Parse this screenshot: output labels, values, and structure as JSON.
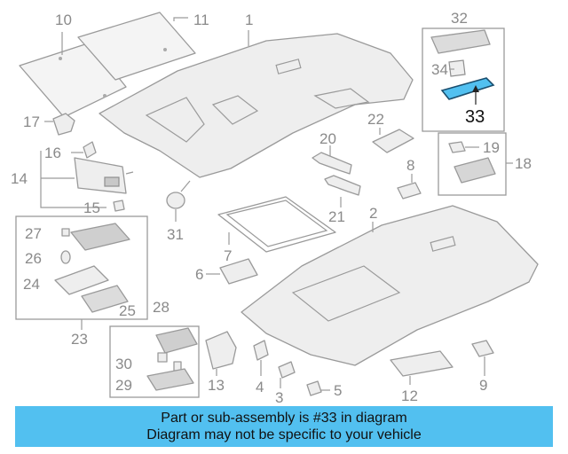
{
  "diagram": {
    "highlight_color": "#52c0f0",
    "highlight_part": "33",
    "part_numbers": [
      "1",
      "2",
      "3",
      "4",
      "5",
      "6",
      "7",
      "8",
      "9",
      "10",
      "11",
      "12",
      "13",
      "14",
      "15",
      "16",
      "17",
      "18",
      "19",
      "20",
      "21",
      "22",
      "23",
      "24",
      "25",
      "26",
      "27",
      "28",
      "29",
      "30",
      "31",
      "32",
      "33",
      "34"
    ]
  },
  "banner": {
    "line1": "Part or sub-assembly is #33 in diagram",
    "line2": "Diagram may not be specific to your vehicle"
  }
}
